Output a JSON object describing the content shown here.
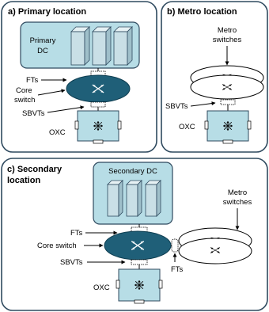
{
  "panels": {
    "a": {
      "title": "a) Primary location",
      "dc_label_line1": "Primary",
      "dc_label_line2": "DC",
      "fts_label": "FTs",
      "core_switch_line1": "Core",
      "core_switch_line2": "switch",
      "sbvts_label": "SBVTs",
      "oxc_label": "OXC"
    },
    "b": {
      "title": "b) Metro location",
      "metro_line1": "Metro",
      "metro_line2": "switches",
      "sbvts_label": "SBVTs",
      "oxc_label": "OXC"
    },
    "c": {
      "title_line1": "c) Secondary",
      "title_line2": "location",
      "dc_label": "Secondary DC",
      "metro_line1": "Metro",
      "metro_line2": "switches",
      "fts_left_label": "FTs",
      "core_switch_label": "Core switch",
      "sbvts_label": "SBVTs",
      "fts_right_label": "FTs",
      "oxc_label": "OXC"
    }
  },
  "colors": {
    "panel_border": "#2f4a5f",
    "dc_fill": "#b7dde6",
    "server_front": "#c9dfe6",
    "server_side": "#9fbfca",
    "switch_fill": "#1f5f78",
    "metro_fill": "#ffffff",
    "oxc_fill": "#b7dde6"
  }
}
